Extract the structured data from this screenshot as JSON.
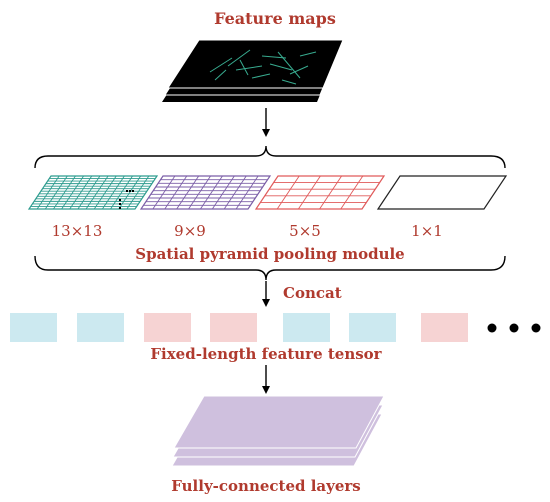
{
  "titles": {
    "feature_maps": "Feature maps",
    "spp_module": "Spatial pyramid pooling module",
    "concat": "Concat",
    "fixed_tensor": "Fixed-length feature tensor",
    "fc_layers": "Fully-connected layers"
  },
  "grids": [
    {
      "label": "13×13",
      "n": 13,
      "color": "#2e9c8f"
    },
    {
      "label": "9×9",
      "n": 9,
      "color": "#7b5ea7"
    },
    {
      "label": "5×5",
      "n": 5,
      "color": "#e05a5a"
    },
    {
      "label": "1×1",
      "n": 1,
      "color": "#222222"
    }
  ],
  "tensor_blocks": [
    "blue",
    "blue",
    "pink",
    "pink",
    "blue",
    "blue",
    "pink"
  ],
  "colors": {
    "title_red": "#b03a2e",
    "block_blue": "#cce9f0",
    "block_pink": "#f6d3d3",
    "fc_layer": "#cfc0de",
    "fc_layer_edge": "#b7a5cc",
    "feature_map": "#000000",
    "feature_texture": "#3fbfa0"
  }
}
